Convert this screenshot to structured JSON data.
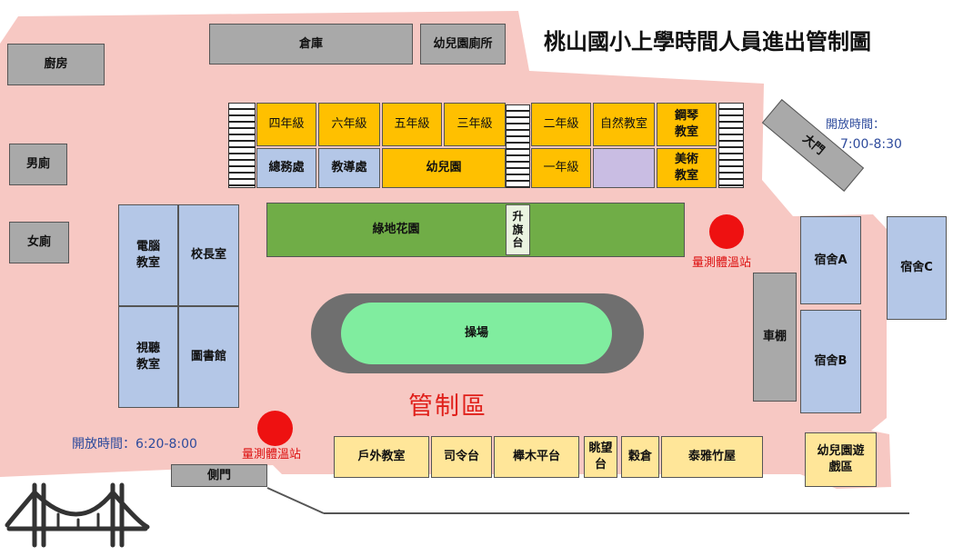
{
  "title": "桃山國小上學時間人員進出管制圖",
  "zone_label": "管制區",
  "buildings": {
    "warehouse": "倉庫",
    "kindergarten_toilet": "幼兒園廁所",
    "kitchen": "廚房",
    "mens_toilet": "男廁",
    "womens_toilet": "女廁",
    "grade4": "四年級",
    "grade6": "六年級",
    "grade5": "五年級",
    "grade3": "三年級",
    "grade2": "二年級",
    "science_room": "自然教室",
    "piano_room": "鋼琴\n教室",
    "general_affairs": "總務處",
    "guidance_office": "教導處",
    "kindergarten": "幼兒園",
    "grade1": "一年級",
    "art_room": "美術\n教室",
    "garden": "綠地花園",
    "flagpole": "升\n旗\n台",
    "computer_room": "電腦\n教室",
    "principal_office": "校長室",
    "av_room": "視聽\n教室",
    "library": "圖書館",
    "playground": "操場",
    "main_gate": "大門",
    "dorm_a": "宿舍A",
    "dorm_b": "宿舍B",
    "dorm_c": "宿舍C",
    "bike_shed": "車棚",
    "outdoor_classroom": "戶外教室",
    "podium": "司令台",
    "beech_platform": "櫸木平台",
    "watch_platform": "眺望\n台",
    "grain_storage": "穀倉",
    "taiya_bamboo_house": "泰雅竹屋",
    "kindergarten_play_area": "幼兒園遊\n戲區",
    "side_gate": "側門"
  },
  "main_gate_hours": {
    "label": "開放時間：",
    "time": "7:00-8:30"
  },
  "side_gate_hours": {
    "label": "開放時間：6:20-8:00"
  },
  "temp_stations": [
    "量測體溫站",
    "量測體溫站"
  ],
  "colors": {
    "controlled_zone": "#f7c8c3",
    "temp_station": "#ee1111",
    "hours_text": "#2e4b9c",
    "zone_text": "#e0201a"
  },
  "icons": [
    "bridge-icon"
  ]
}
